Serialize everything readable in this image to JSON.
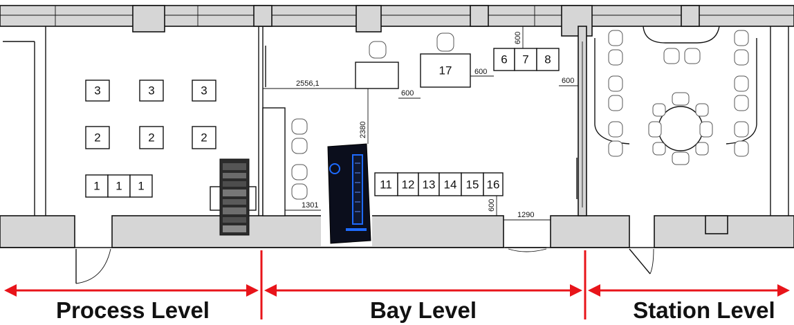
{
  "levels": {
    "process": "Process Level",
    "bay": "Bay Level",
    "station": "Station Level"
  },
  "colors": {
    "arrow": "#e8141a",
    "wall": "#d6d6d6",
    "rack_glow": "#1e6bff"
  },
  "process_cabinets": {
    "row1": [
      "3",
      "3",
      "3"
    ],
    "row2": [
      "2",
      "2",
      "2"
    ],
    "row3": [
      "1",
      "1",
      "1"
    ]
  },
  "bay_cabinets": {
    "top": [
      "6",
      "7",
      "8"
    ],
    "desk": "17",
    "row": [
      "11",
      "12",
      "13",
      "14",
      "15",
      "16"
    ]
  },
  "dimensions": {
    "d2556": "2556,1",
    "d600a": "600",
    "d600b": "600",
    "d600c": "600",
    "d600d": "600",
    "d600e": "600",
    "d2380": "2380",
    "d1301": "1301",
    "d1290": "1290"
  }
}
